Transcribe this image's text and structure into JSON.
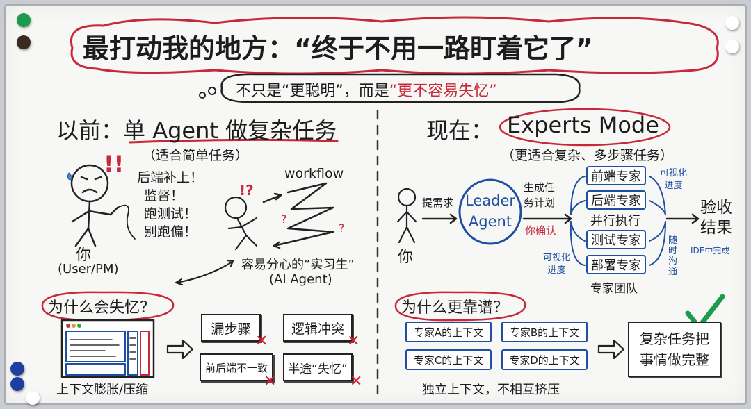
{
  "title": "最打动我的地方：“终于不用一路盯着它了”",
  "subtitle": {
    "black": "不只是“更聪明”，而是",
    "red": "“更不容易失忆”"
  },
  "left": {
    "heading_prefix": "以前：",
    "heading": "单 Agent 做复杂任务",
    "note": "（适合简单任务）",
    "user": "你",
    "user_role": "(User/PM)",
    "shouts": [
      "后端补上！",
      "监督！",
      "跑测试！",
      "别跑偏！"
    ],
    "workflow": "workflow",
    "intern": "容易分心的“实习生”",
    "intern_role": "(AI Agent)",
    "why": "为什么会失忆？",
    "context_label": "上下文膨胀/压缩",
    "problems": [
      "漏步骤",
      "逻辑冲突",
      "前后端不一致",
      "半途“失忆”"
    ]
  },
  "right": {
    "heading_prefix": "现在：",
    "heading": "Experts Mode",
    "note": "（更适合复杂、多步骤任务）",
    "user": "你",
    "request": "提需求",
    "leader": [
      "Leader",
      "Agent"
    ],
    "plan": [
      "生成任",
      "务计划"
    ],
    "confirm": "你确认",
    "experts": [
      "前端专家",
      "后端专家",
      "测试专家",
      "部署专家"
    ],
    "parallel": "并行执行",
    "team": "专家团队",
    "progress_right": [
      "可视化",
      "进度"
    ],
    "progress_left": [
      "可视化",
      "进度"
    ],
    "communicate": [
      "随",
      "时",
      "沟",
      "通"
    ],
    "result": [
      "验收",
      "结果"
    ],
    "ide": "IDE中完成",
    "why": "为什么更靠谱？",
    "contexts": [
      "专家A的上下文",
      "专家B的上下文",
      "专家C的上下文",
      "专家D的上下文"
    ],
    "context_note": "独立上下文，不相互挤压",
    "outcome": [
      "复杂任务把",
      "事情做完整"
    ]
  },
  "colors": {
    "red": "#c7283a",
    "blue": "#1f4fa0",
    "green": "#1e9a4c"
  }
}
